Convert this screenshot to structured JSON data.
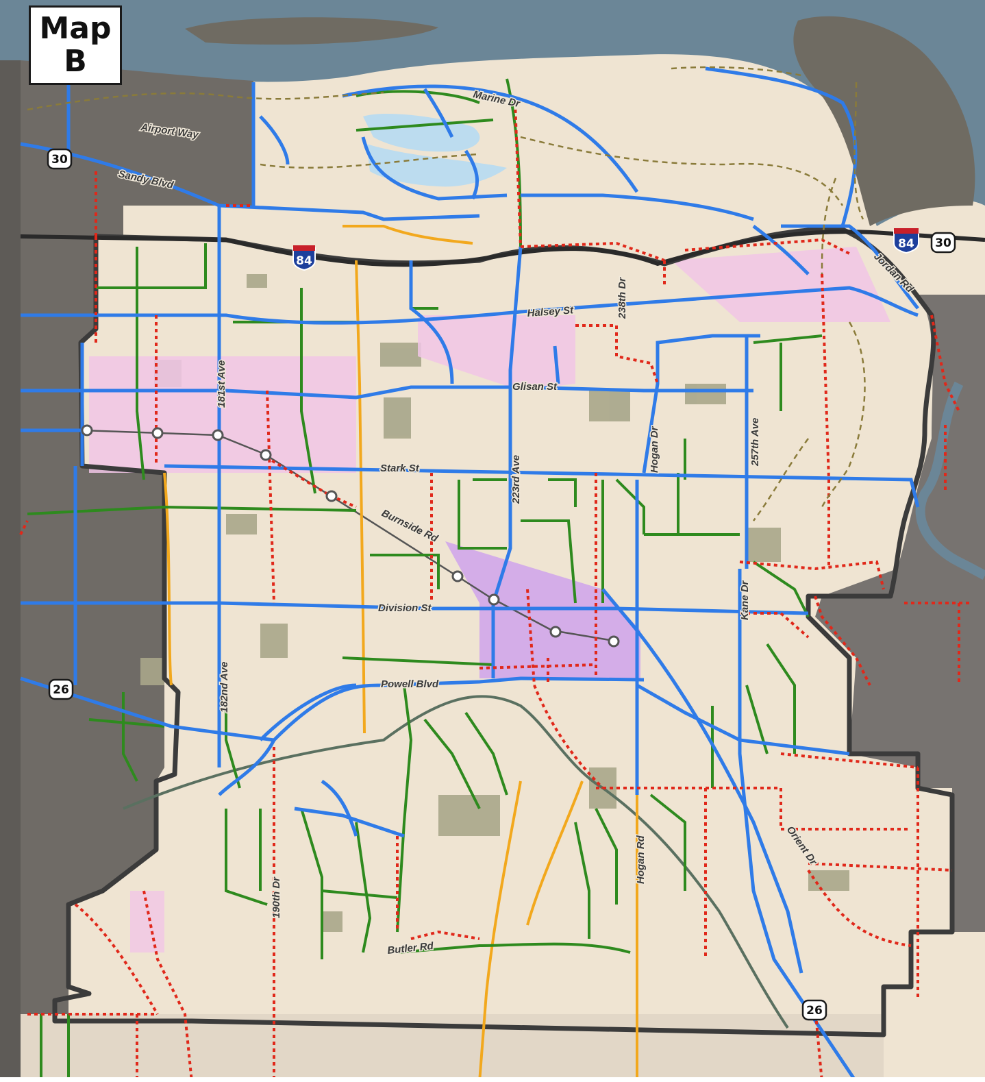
{
  "title": {
    "line1": "Map",
    "line2": "B"
  },
  "colors": {
    "water": "#6b8697",
    "land": "#efe4d2",
    "outside": "#6f6b66",
    "urban_center": "#f1c6e6",
    "regional_center": "#cfa3ec",
    "blue_route": "#2f7be8",
    "green_route": "#2e8a1e",
    "orange_route": "#f2a81d",
    "red_dash": "#e0281a",
    "city_limit": "#3b3b3b",
    "park": "#a8a68a"
  },
  "highways": [
    {
      "label": "30",
      "type": "us"
    },
    {
      "label": "84",
      "type": "interstate"
    },
    {
      "label": "84",
      "type": "interstate"
    },
    {
      "label": "30",
      "type": "us"
    },
    {
      "label": "26",
      "type": "us"
    },
    {
      "label": "26",
      "type": "us"
    }
  ],
  "streets": {
    "marine": "Marine Dr",
    "airport": "Airport Way",
    "sandy": "Sandy Blvd",
    "halsey": "Halsey St",
    "glisan": "Glisan St",
    "stark": "Stark St",
    "burnside": "Burnside Rd",
    "division": "Division St",
    "powell": "Powell Blvd",
    "butler": "Butler Rd",
    "a181": "181st Ave",
    "a182": "182nd Ave",
    "d190": "190th Dr",
    "a223": "223rd Ave",
    "d238": "238th Dr",
    "hogan_n": "Hogan Dr",
    "hogan_s": "Hogan Rd",
    "a257": "257th Ave",
    "kane": "Kane Dr",
    "orient": "Orient Dr",
    "jordan": "Jordan Rd"
  }
}
